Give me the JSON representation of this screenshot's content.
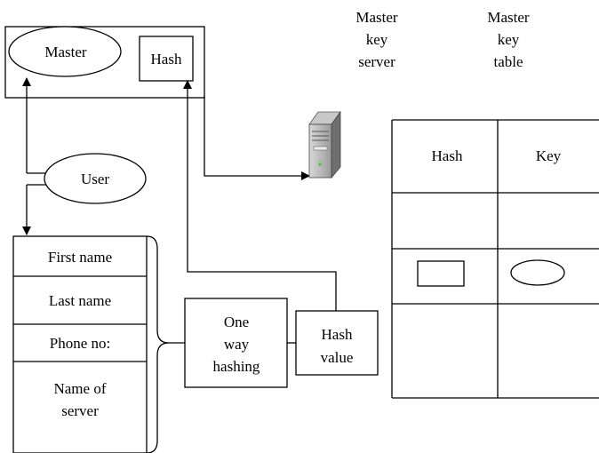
{
  "master_box": {
    "master_label": "Master",
    "hash_label": "Hash"
  },
  "user_label": "User",
  "heading_key_server": [
    "Master",
    "key",
    "server"
  ],
  "heading_key_table": [
    "Master",
    "key",
    "table"
  ],
  "form_fields": {
    "first_name": "First name",
    "last_name": "Last name",
    "phone": "Phone no:",
    "server_name": [
      "Name of",
      "server"
    ]
  },
  "one_way_hashing": [
    "One",
    "way",
    "hashing"
  ],
  "hash_value": [
    "Hash",
    "value"
  ],
  "key_table": {
    "col_hash": "Hash",
    "col_key": "Key"
  },
  "icons": [
    "server-tower-icon"
  ]
}
